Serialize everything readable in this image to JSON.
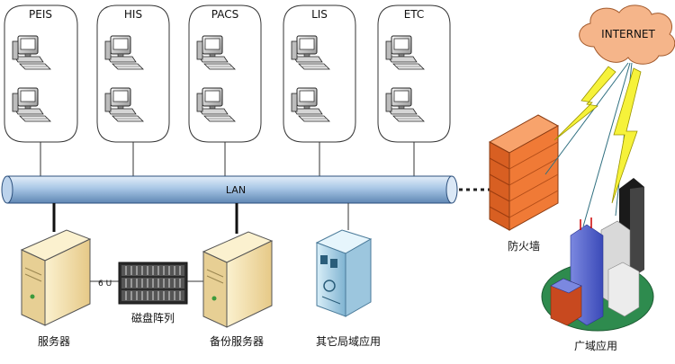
{
  "diagram": {
    "groups": [
      {
        "label": "PEIS"
      },
      {
        "label": "HIS"
      },
      {
        "label": "PACS"
      },
      {
        "label": "LIS"
      },
      {
        "label": "ETC"
      }
    ],
    "lan_label": "LAN",
    "internet_label": "INTERNET",
    "firewall_label": "防火墙",
    "wan_label": "广域应用",
    "server_label": "服务器",
    "backup_server_label": "备份服务器",
    "disk_array_label": "磁盘阵列",
    "other_lan_label": "其它局域应用",
    "cable_label": "6 U",
    "colors": {
      "lan_pipe": "#a9c7e6",
      "firewall": "#f07a36",
      "cloud": "#f5b58a",
      "lightning": "#f6f23a",
      "server": "#f1dca2",
      "grass": "#2e8b4e"
    }
  }
}
